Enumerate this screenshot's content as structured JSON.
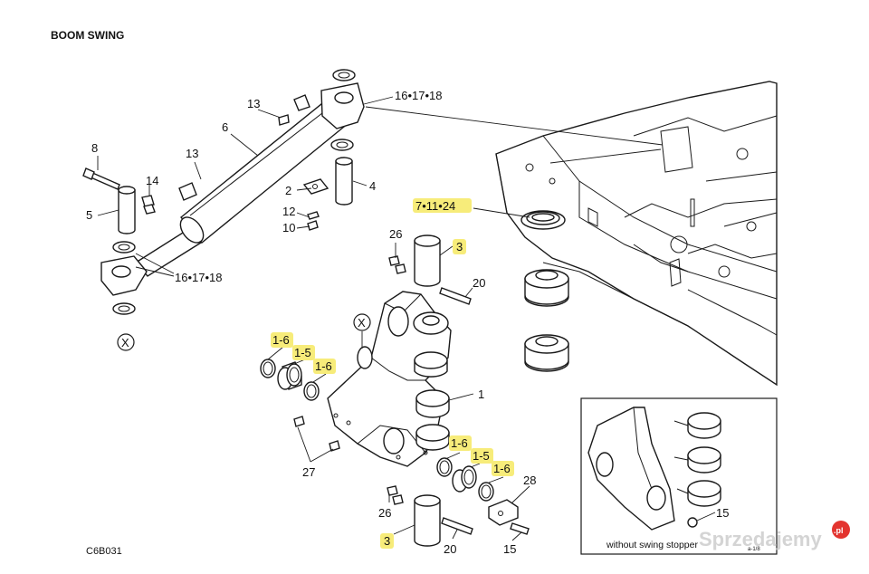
{
  "title": "BOOM SWING",
  "drawing_code": "C6B031",
  "inset_caption": "without swing stopper",
  "inset_code": "a-1/8",
  "watermark": "Sprzedajemy",
  "watermark_tld": ".pl",
  "colors": {
    "highlight": "#f7ec7a",
    "ink": "#1a1a1a",
    "watermark": "#c9c9c9",
    "watermark_badge": "#e3342f"
  },
  "labels": {
    "c13a": "13",
    "c6": "6",
    "c16a": "16•17•18",
    "c8": "8",
    "c13b": "13",
    "c14": "14",
    "c5": "5",
    "c2": "2",
    "c4": "4",
    "c12": "12",
    "c10": "10",
    "c7": "7•11•24",
    "c26a": "26",
    "c3a": "3",
    "c16b": "16•17•18",
    "c20a": "20",
    "cxa": "X",
    "cxb": "X",
    "c16l": "1-6",
    "c15l": "1-5",
    "c16l2": "1-6",
    "c1": "1",
    "c27": "27",
    "c16r": "1-6",
    "c15r": "1-5",
    "c16r2": "1-6",
    "c28": "28",
    "c26b": "26",
    "c3b": "3",
    "c20b": "20",
    "c15": "15",
    "c15i": "15"
  }
}
